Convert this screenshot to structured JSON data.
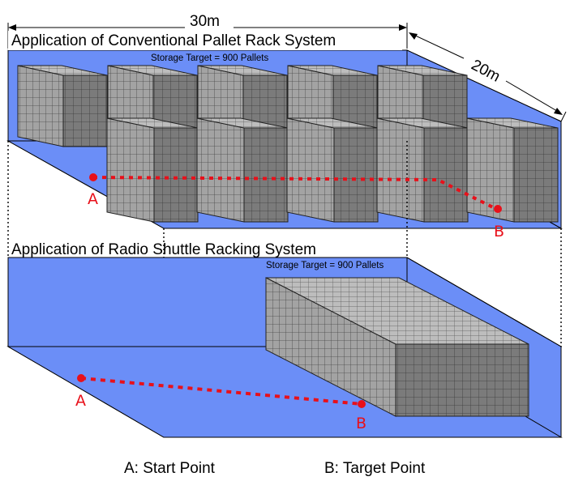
{
  "dimensions": {
    "width": "30m",
    "depth": "20m"
  },
  "top_panel": {
    "title": "Application of Conventional Pallet Rack System",
    "storage_target": "Storage Target = 900 Pallets",
    "point_a": "A",
    "point_b": "B"
  },
  "bottom_panel": {
    "title": "Application of Radio Shuttle Racking System",
    "storage_target": "Storage Target = 900 Pallets",
    "point_a": "A",
    "point_b": "B"
  },
  "legend": {
    "start": "A: Start Point",
    "target": "B: Target Point"
  },
  "colors": {
    "floor": "#6b8ef7",
    "rack_face": "#7a7a7a",
    "rack_side": "#9c9c9c",
    "rack_top": "#b3b3b3",
    "path": "#e8101a"
  }
}
